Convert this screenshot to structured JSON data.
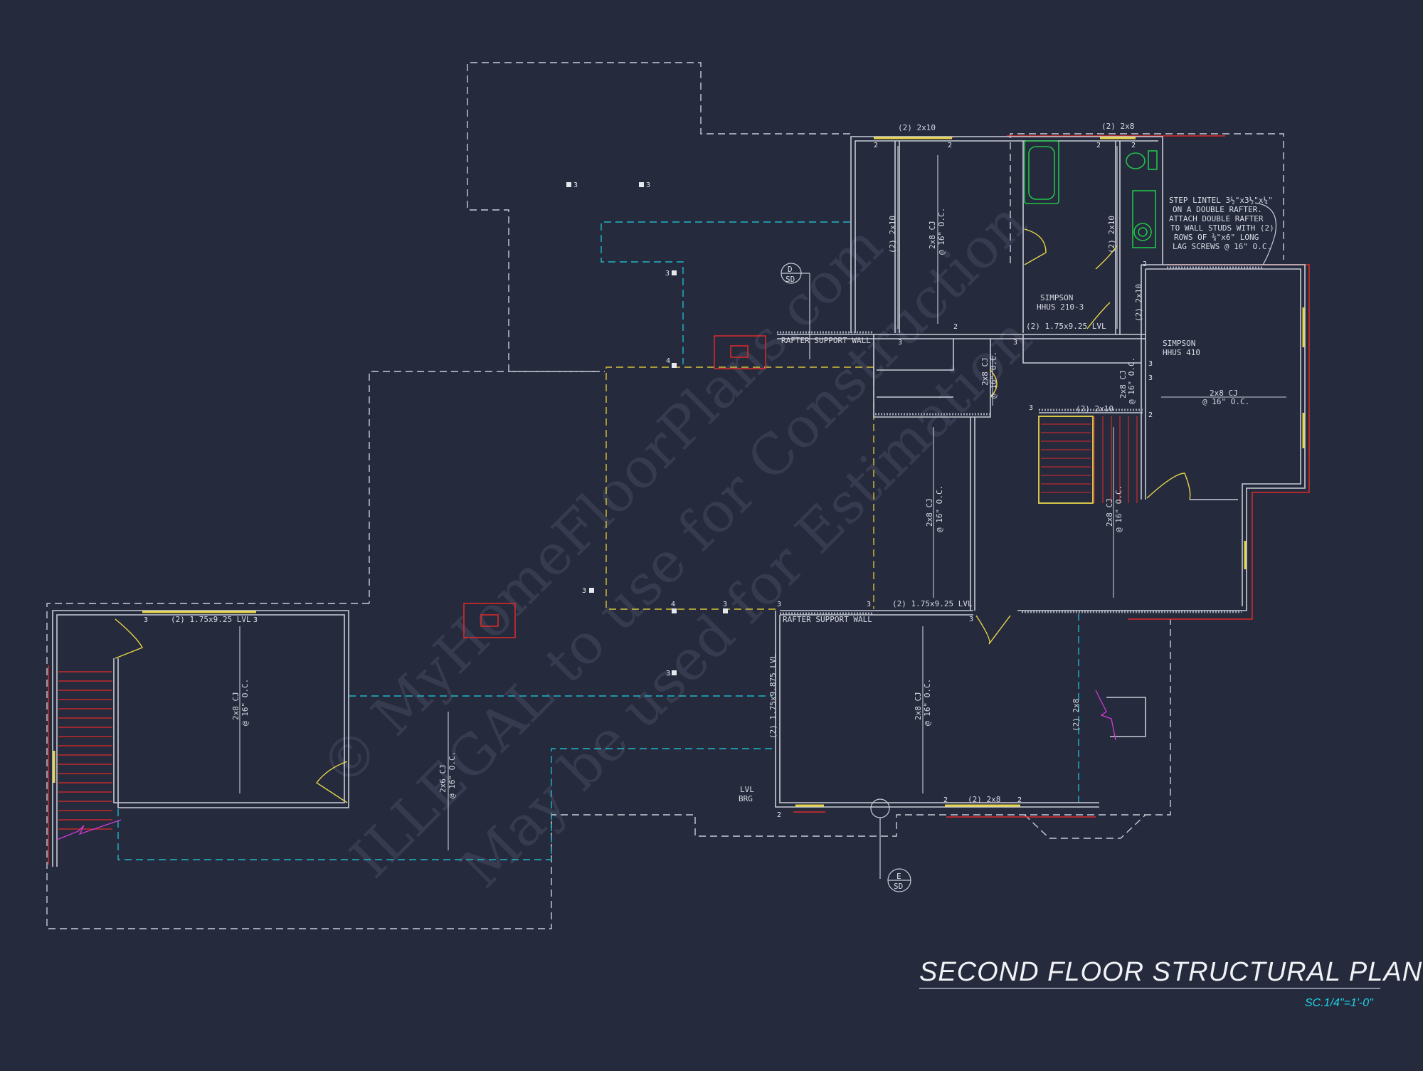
{
  "plan": {
    "title": "SECOND FLOOR STRUCTURAL PLAN",
    "scale": "SC.1/4\"=1'-0\"",
    "colors": {
      "background": "#252a3c",
      "walls": "#c9ccd6",
      "roof_outline": "#c9ccd6",
      "lvl_beam": "#e8d64a",
      "bearing_wall": "#d6c23a",
      "cyan_beam": "#22b6c9",
      "red_elements": "#e02a2a",
      "green_fixtures": "#22c24a",
      "magenta": "#d23ad8"
    }
  },
  "labels": {
    "header_2x10_top": "(2) 2x10",
    "header_2x8_top": "(2) 2x8",
    "joist_2x10_left": "(2) 2x10",
    "joist_2x8_cj_top_1": "2x8 CJ",
    "joist_oc_top_1": "@ 16\" O.C.",
    "joist_2x10_right": "(2) 2x10",
    "step_lintel_1": "STEP LINTEL 3½\"x3½\"x¼\"",
    "step_lintel_2": "ON A DOUBLE RAFTER.",
    "step_lintel_3": "ATTACH DOUBLE RAFTER",
    "step_lintel_4": "TO WALL STUDS WITH (2)",
    "step_lintel_5": "ROWS OF ⅜\"x6\" LONG",
    "step_lintel_6": "LAG SCREWS @ 16\" O.C.",
    "detail_d_letter": "D",
    "detail_d_sheet": "SD",
    "simpson_210_1": "SIMPSON",
    "simpson_210_2": "HHUS 210-3",
    "simpson_410_1": "SIMPSON",
    "simpson_410_2": "HHUS 410",
    "lvl_175_925_upper": "(2) 1.75x9.25 LVL",
    "lvl_175_925_left": "(2) 1.75x9.25 LVL",
    "lvl_175_925_mid": "(2) 1.75x9.25 LVL",
    "lvl_175_9875": "(2) 1.75x9.875 LVL",
    "header_2x10_right_mid": "(2) 2x10",
    "joist_2x10_vert_right": "(2) 2x10",
    "rafter_support_top": "RAFTER SUPPORT WALL",
    "rafter_support_bottom": "RAFTER SUPPORT WALL",
    "cj_2x8_small": "2x8 CJ",
    "oc_small": "@ 16\" O.C.",
    "cj_2x8_r1": "2x8 CJ",
    "oc_r1": "@ 16\" O.C.",
    "cj_2x8_r2": "2x8 CJ",
    "oc_r2": "@ 16\" O.C.",
    "cj_2x8_right_room": "2x8 CJ",
    "oc_right_room": "@ 16\" O.C.",
    "cj_2x8_center": "2x8 CJ",
    "oc_center": "@ 16\" O.C.",
    "cj_2x8_stair": "2x8 CJ",
    "oc_stair": "@ 16\" O.C.",
    "cj_2x8_leftroom": "2x8 CJ",
    "oc_leftroom": "@ 16\" O.C.",
    "cj_2x6_porch": "2x6 CJ",
    "oc_porch": "@ 16\" O.C.",
    "cj_2x8_bottom": "2x8 CJ",
    "oc_bottom": "@ 16\" O.C.",
    "header_2x8_bottom": "(2) 2x8",
    "header_2x8_side": "(2) 2x8",
    "lvl_brg_1": "LVL",
    "lvl_brg_2": "BRG",
    "detail_e_letter": "E",
    "detail_e_sheet": "SD",
    "n3": "3",
    "n2": "2",
    "n4": "4"
  },
  "watermark": {
    "line1": "© MyHomeFloorPlans.com",
    "line2": "ILLEGAL to use for Construction",
    "line3": "May be used for Estimation"
  }
}
